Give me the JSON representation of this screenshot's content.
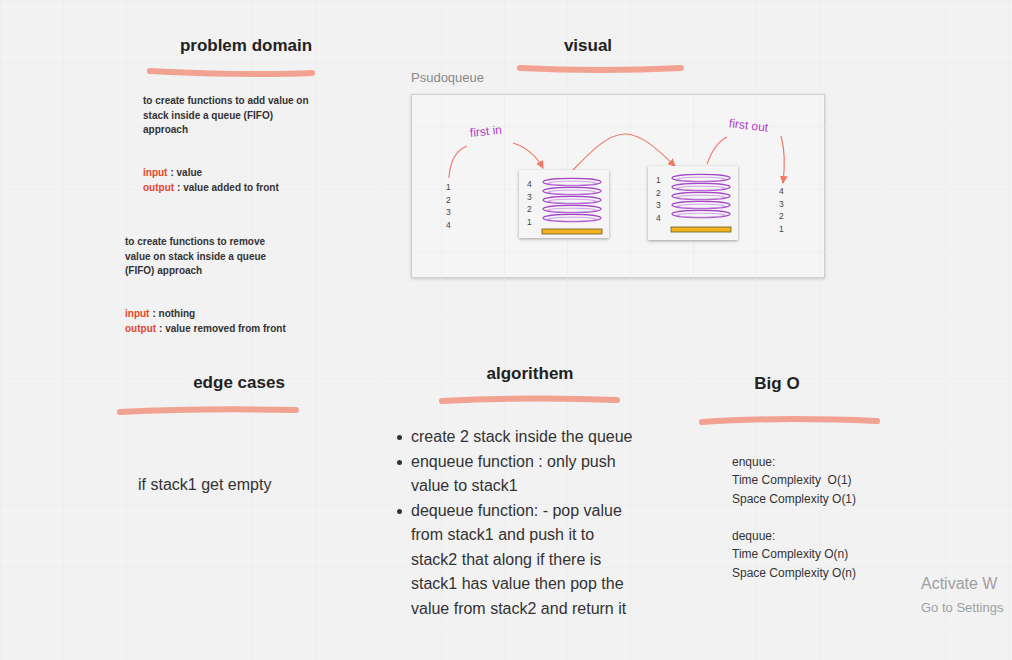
{
  "diagram": {
    "nodes": [
      {
        "text": [
          "Psudoqueue"
        ]
      },
      {
        "text": [
          "4 3 2 1"
        ],
        "in": 0
      },
      {
        "text": [
          "1 2 3 4"
        ],
        "in": 0
      }
    ],
    "edges": [
      {
        "from": 1,
        "to": 2,
        "arrow": "to"
      }
    ],
    "labels": [
      "problem domain",
      "to create functions to add value on stack inside a queue (FIFO) approach",
      "input",
      ": value",
      "output",
      ": value added to front",
      "to create functions to remove value on stack inside a queue (FIFO) approach",
      "input",
      ": nothing",
      "output",
      ": value removed from front",
      "visual",
      "first in",
      "1 2 3 4",
      "first out",
      "4 3 2 1",
      "edge cases",
      "if stack1 get empty",
      "algorithem",
      "create 2 stack inside the queue",
      "enqueue function : only push value to stack1",
      "dequeue function: - pop value from stack1 and push it to stack2 that along if there is stack1 has value then pop the value from stack2 and return it",
      "Big O",
      "enquue:",
      "Time Complexity  O(1)",
      "Space Complexity O(1)",
      "dequue:",
      "Time Complexity O(n)",
      "Space Complexity O(n)",
      "Activate W",
      "Go to Settings"
    ]
  }
}
